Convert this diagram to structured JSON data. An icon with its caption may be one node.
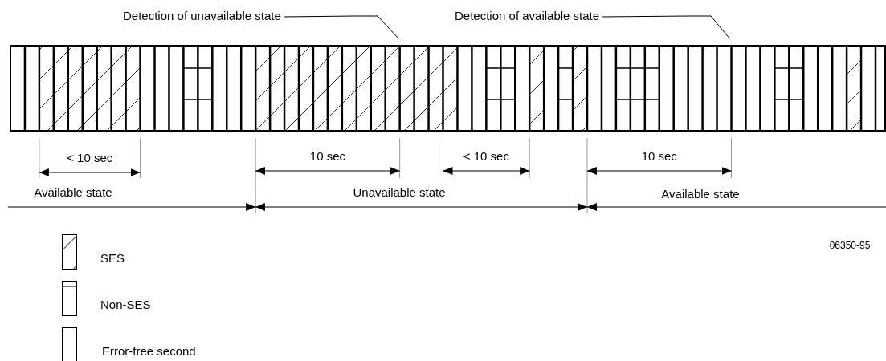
{
  "diagram": {
    "nodes": [
      {
        "text": [
          "Detection of unavailable state"
        ]
      },
      {
        "text": [
          "Detection of available state"
        ]
      }
    ],
    "edges": [
      {
        "from": 0,
        "to": null,
        "arrow": "none"
      },
      {
        "from": 1,
        "to": null,
        "arrow": "none"
      }
    ],
    "labels": [
      "< 10 sec",
      "10 sec",
      "< 10 sec",
      "10 sec",
      "Available state",
      "Unavailable state",
      "Available state",
      "06350-95"
    ],
    "legend": [
      {
        "text": "SES"
      },
      {
        "text": "Non-SES"
      },
      {
        "text": "Error-free second"
      }
    ]
  }
}
